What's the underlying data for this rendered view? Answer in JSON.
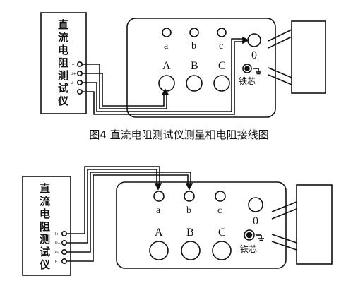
{
  "caption": "图4 直流电阻测试仪测量相电阻接线图",
  "tester": {
    "chars": [
      "直",
      "流",
      "电",
      "阻",
      "测",
      "试",
      "仪"
    ],
    "terminals": [
      "I+",
      "U+",
      "U-",
      "I-"
    ]
  },
  "box": {
    "small_terminals": [
      "a",
      "b",
      "c"
    ],
    "large_terminals": [
      "A",
      "B",
      "C"
    ],
    "neutral": "0",
    "iron_core": "铁芯"
  },
  "colors": {
    "ink": "#111111",
    "background": "#ffffff"
  }
}
